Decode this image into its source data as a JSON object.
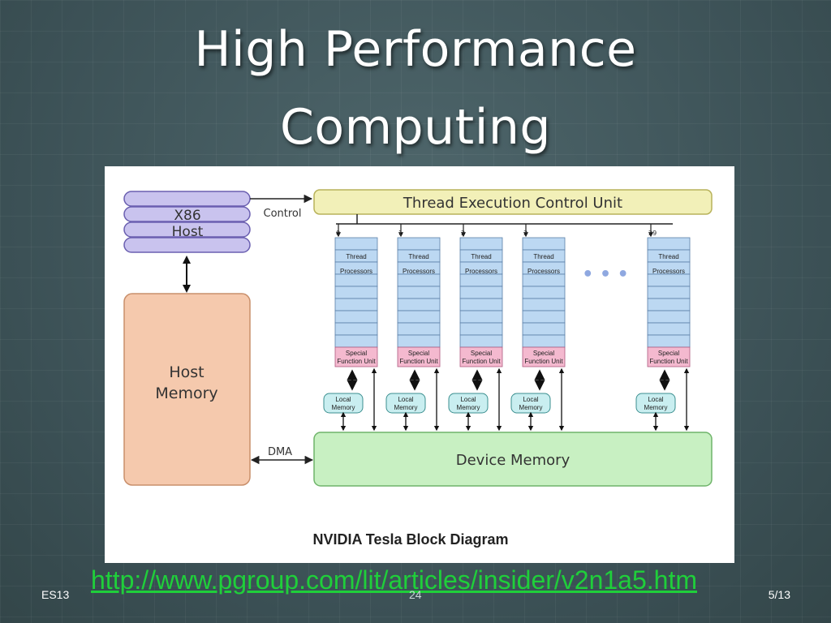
{
  "slide": {
    "title_line1": "High Performance",
    "title_line2": "Computing",
    "link": "http://www.pgroup.com/lit/articles/insider/v2n1a5.htm",
    "footer_left": "ES13",
    "footer_center": "24",
    "footer_right": "5/13"
  },
  "diagram": {
    "caption": "NVIDIA Tesla Block Diagram",
    "host_label_1": "X86",
    "host_label_2": "Host",
    "control_label": "Control",
    "teu_label": "Thread Execution Control Unit",
    "host_memory_1": "Host",
    "host_memory_2": "Memory",
    "dma_label": "DMA",
    "device_memory": "Device Memory",
    "ellipsis": "• • •",
    "column_indices": [
      "0",
      "1",
      "2",
      "3",
      "29"
    ],
    "thread_label_1": "Thread",
    "thread_label_2": "Processors",
    "sfu_label_1": "Special",
    "sfu_label_2": "Function Unit",
    "local_label_1": "Local",
    "local_label_2": "Memory",
    "colors": {
      "x86_fill": "#c9c3ee",
      "teu_fill": "#f2f0b8",
      "host_memory_fill": "#f5c9ad",
      "device_memory_fill": "#c8f0c2",
      "processor_fill": "#bcd8f2",
      "sfu_fill": "#f4b9cf",
      "local_memory_fill": "#c9eef0"
    }
  }
}
